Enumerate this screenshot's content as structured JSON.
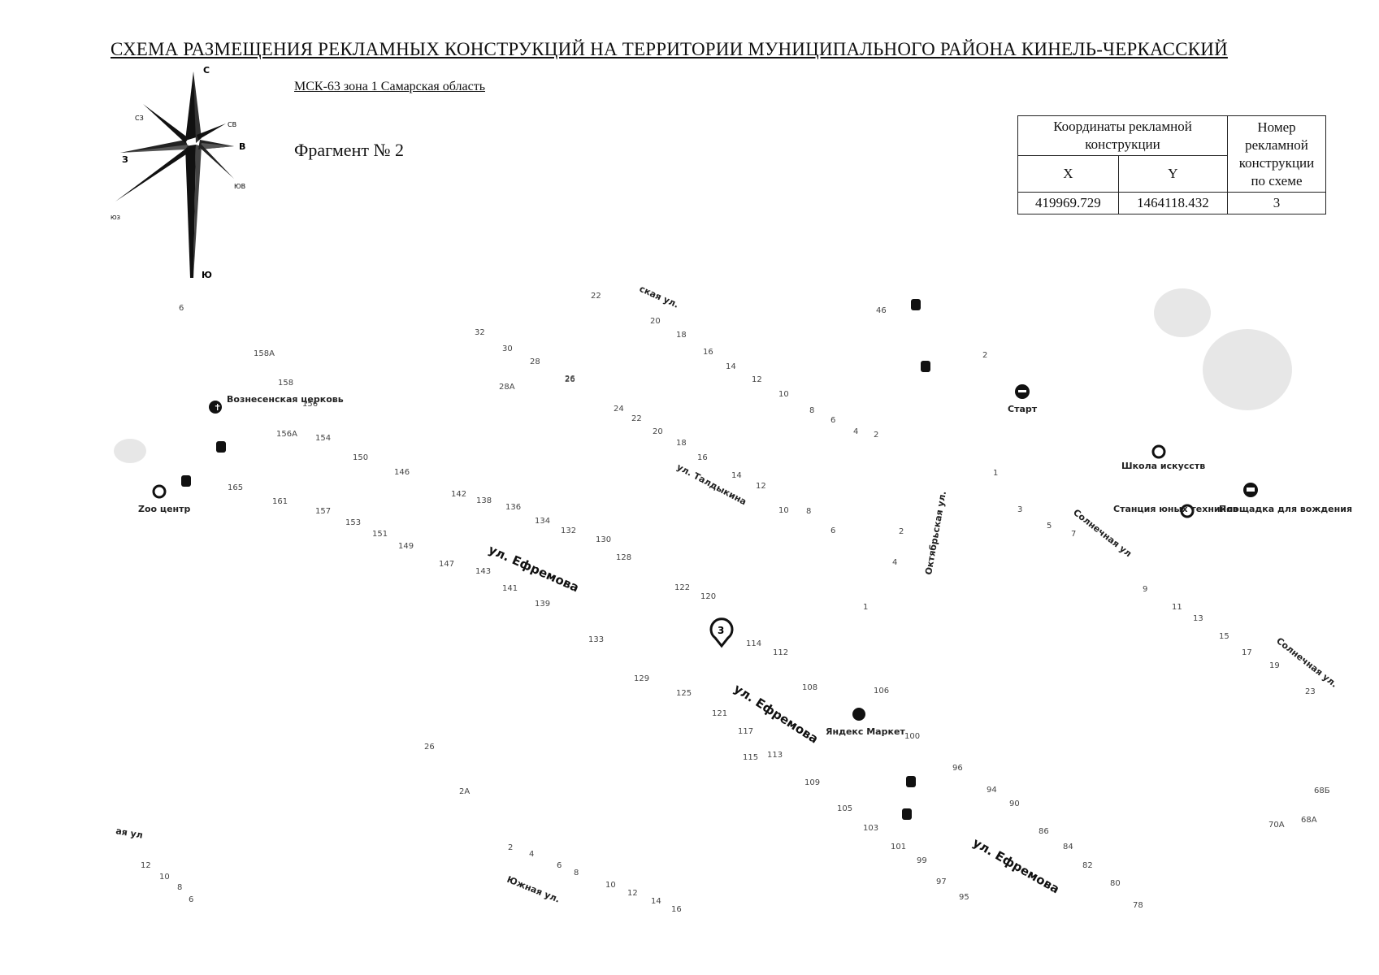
{
  "header": {
    "title": "СХЕМА РАЗМЕЩЕНИЯ РЕКЛАМНЫХ КОНСТРУКЦИЙ НА ТЕРРИТОРИИ МУНИЦИПАЛЬНОГО РАЙОНА КИНЕЛЬ-ЧЕРКАССКИЙ",
    "crs": "МСК-63 зона 1 Самарская область",
    "fragment": "Фрагмент № 2"
  },
  "compass": {
    "n": "С",
    "ne": "СВ",
    "e": "В",
    "se": "ЮВ",
    "s": "Ю",
    "sw": "ЮЗ",
    "w": "З",
    "nw": "СЗ"
  },
  "table": {
    "coords_header": "Координаты рекламной конструкции",
    "number_header": "Номер рекламной конструкции по схеме",
    "x_header": "X",
    "y_header": "Y",
    "x_value": "419969.729",
    "y_value": "1464118.432",
    "number_value": "3"
  },
  "map": {
    "streets": {
      "efremova_1": "ул. Ефремова",
      "efremova_2": "ул. Ефремова",
      "efremova_3": "ул. Ефремова",
      "taldykina": "ул. Талдыкина",
      "oktyabrskaya": "Октябрьская ул.",
      "solnechnaya_1": "Солнечная ул",
      "solnechnaya_2": "Солнечная ул.",
      "yuzhnaya": "Южная ул.",
      "partial_top": "ская ул.",
      "partial_left": "ая ул"
    },
    "pois": {
      "church": "Вознесенская церковь",
      "zoo": "Zoo центр",
      "start": "Старт",
      "school": "Школа искусств",
      "station": "Станция юных техников",
      "driving": "Площадка для вождения",
      "market": "Яндекс Маркет"
    },
    "marker_number": "3",
    "house_numbers": [
      "6",
      "22",
      "20",
      "18",
      "16",
      "14",
      "12",
      "10",
      "8",
      "6",
      "4",
      "2",
      "32",
      "30",
      "28",
      "26",
      "28А",
      "26",
      "24",
      "22",
      "20",
      "18",
      "16",
      "14",
      "12",
      "10",
      "8",
      "6",
      "158А",
      "158",
      "156",
      "156А",
      "154",
      "150",
      "146",
      "165",
      "161",
      "157",
      "153",
      "151",
      "149",
      "147",
      "142",
      "138",
      "136",
      "134",
      "132",
      "130",
      "128",
      "143",
      "141",
      "139",
      "133",
      "122",
      "120",
      "114",
      "112",
      "129",
      "125",
      "121",
      "117",
      "115",
      "113",
      "108",
      "106",
      "100",
      "109",
      "105",
      "103",
      "101",
      "99",
      "97",
      "95",
      "96",
      "94",
      "90",
      "86",
      "84",
      "82",
      "80",
      "78",
      "46",
      "2",
      "1",
      "2",
      "4",
      "1",
      "3",
      "5",
      "7",
      "9",
      "11",
      "13",
      "15",
      "17",
      "19",
      "23",
      "26",
      "2А",
      "2",
      "4",
      "6",
      "8",
      "10",
      "12",
      "14",
      "16",
      "12",
      "10",
      "8",
      "6",
      "68Б",
      "70А",
      "68А"
    ]
  }
}
